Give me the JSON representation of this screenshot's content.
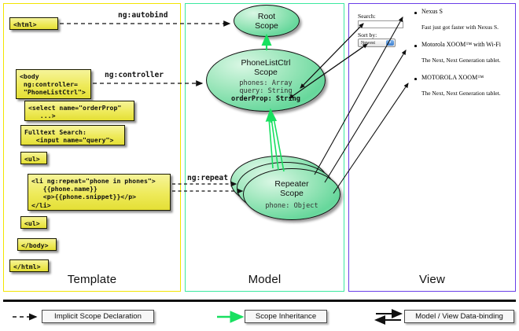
{
  "panels": {
    "template": {
      "label": "Template",
      "border_color": "#f2e400"
    },
    "model": {
      "label": "Model",
      "border_color": "#3ce8a0"
    },
    "view": {
      "label": "View",
      "border_color": "#6a3fe8"
    }
  },
  "template_code": [
    {
      "id": "html-open",
      "text": "<html>"
    },
    {
      "id": "body-open",
      "text": "<body\n ng:controller=\n \"PhoneListCtrl\">"
    },
    {
      "id": "select",
      "text": "<select name=\"orderProp\"\n   ...>"
    },
    {
      "id": "fulltext",
      "text": "Fulltext Search:\n   <input name=\"query\">"
    },
    {
      "id": "ul-open",
      "text": "<ul>"
    },
    {
      "id": "li-repeat",
      "text": "<li ng:repeat=\"phone in phones\">\n   {{phone.name}}\n   <p>{{phone.snippet}}</p>\n</li>"
    },
    {
      "id": "ul-close",
      "text": "<ul>"
    },
    {
      "id": "body-close",
      "text": "</body>"
    },
    {
      "id": "html-close",
      "text": "</html>"
    }
  ],
  "scopes": [
    {
      "id": "root",
      "title_line1": "Root",
      "title_line2": "Scope",
      "props": []
    },
    {
      "id": "phonelistctrl",
      "title_line1": "PhoneListCtrl",
      "title_line2": "Scope",
      "props": [
        {
          "text": "phones: Array",
          "bold": false
        },
        {
          "text": "query: String",
          "bold": false
        },
        {
          "text": "orderProp: String",
          "bold": true
        }
      ]
    },
    {
      "id": "repeater",
      "title_line1": "Repeater",
      "title_line2": "Scope",
      "props": [
        {
          "text": "phone: Object",
          "bold": false
        }
      ]
    }
  ],
  "arrow_labels": [
    {
      "id": "ng-autobind",
      "text": "ng:autobind"
    },
    {
      "id": "ng-controller",
      "text": "ng:controller"
    },
    {
      "id": "ng-repeat",
      "text": "ng:repeat"
    }
  ],
  "view": {
    "search_label": "Search:",
    "search_value": "",
    "search_placeholder": "",
    "sort_label": "Sort by:",
    "sort_selected": "Newest",
    "sort_options": [
      "Newest"
    ],
    "phones": [
      {
        "name": "Nexus S",
        "snippet": "Fast just got faster with Nexus S."
      },
      {
        "name": "Motorola XOOM™  with Wi-Fi",
        "snippet": "The Next, Next Generation tablet."
      },
      {
        "name": "MOTOROLA XOOM™",
        "snippet": "The Next, Next Generation tablet."
      }
    ]
  },
  "legend": [
    {
      "id": "implicit-scope",
      "label": "Implicit Scope Declaration",
      "style": "dashed-black"
    },
    {
      "id": "scope-inherit",
      "label": "Scope Inheritance",
      "style": "solid-green"
    },
    {
      "id": "data-binding",
      "label": "Model / View Data-binding",
      "style": "double-black"
    }
  ],
  "colors": {
    "green_arrow": "#18e060",
    "code_fill": "#eeea5a",
    "scope_fill": "#8fe0b4"
  }
}
